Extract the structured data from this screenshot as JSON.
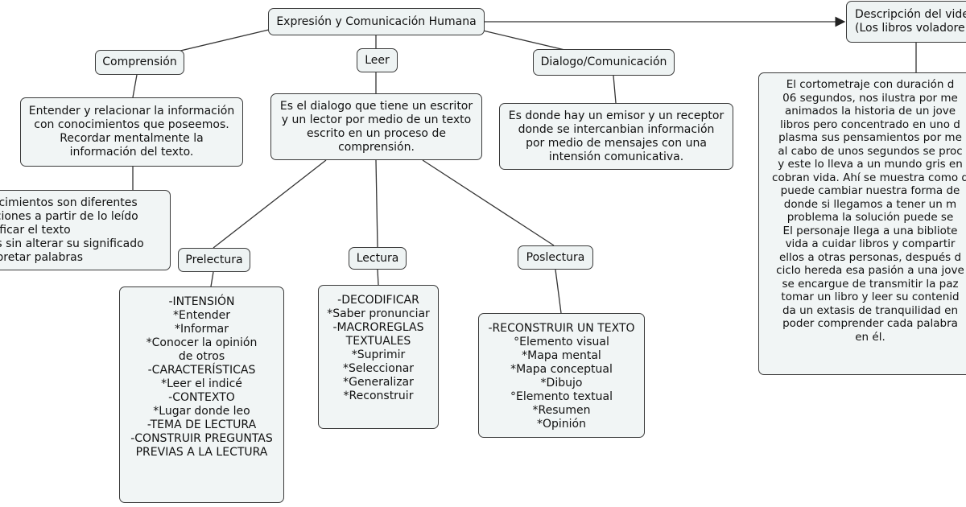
{
  "nodes": {
    "root": "Expresión y Comunicación Humana",
    "comprension": "Comprensión",
    "leer": "Leer",
    "dialogo": "Dialogo/Comunicación",
    "descripcion": "Descripción del vide\n(Los libros voladore",
    "comprension_def": "Entender y relacionar la información\ncon conocimientos que poseemos.\nRecordar mentalmente la\ninformación del texto.",
    "comprension_detail": "nocimientos son diferentes\nluciones a partir de lo leído\nntificar el texto\nras sin alterar su significado\nerpretar palabras",
    "leer_def": "Es el dialogo que tiene un escritor\ny un lector por medio de un texto\nescrito en un proceso de\ncomprensión.",
    "dialogo_def": "Es donde hay un emisor y un receptor\ndonde se intercanbian información\npor medio de mensajes con una\nintensión comunicativa.",
    "descripcion_text": "El cortometraje con duración d\n06 segundos, nos ilustra por me\nanimados la historia de un jove\nlibros pero concentrado en uno d\nplasma sus pensamientos por me\nal cabo de unos segundos se proc\ny este lo lleva a un mundo gris en\ncobran vida. Ahí se muestra como d\npuede cambiar nuestra forma de\ndonde si llegamos a tener un m\nproblema la solución puede se\nEl personaje llega a una bibliote\nvida a cuidar libros y compartir\nellos a otras personas, después d\nciclo hereda esa pasión a una jove\nse encargue de transmitir la paz\ntomar un libro y leer su contenid\nda un extasis de tranquilidad en\npoder comprender cada palabra\nen él.",
    "prelectura": "Prelectura",
    "lectura": "Lectura",
    "poslectura": "Poslectura",
    "prelectura_list": "-INTENSIÓN\n*Entender\n*Informar\n*Conocer la opinión\nde otros\n-CARACTERÍSTICAS\n*Leer el indicé\n-CONTEXTO\n*Lugar donde leo\n-TEMA DE LECTURA\n-CONSTRUIR PREGUNTAS\nPREVIAS A LA LECTURA",
    "lectura_list": "-DECODIFICAR\n*Saber pronunciar\n-MACROREGLAS\nTEXTUALES\n*Suprimir\n*Seleccionar\n*Generalizar\n*Reconstruir",
    "poslectura_list": "-RECONSTRUIR UN TEXTO\n°Elemento visual\n*Mapa mental\n*Mapa conceptual\n*Dibujo\n°Elemento textual\n*Resumen\n*Opinión"
  }
}
